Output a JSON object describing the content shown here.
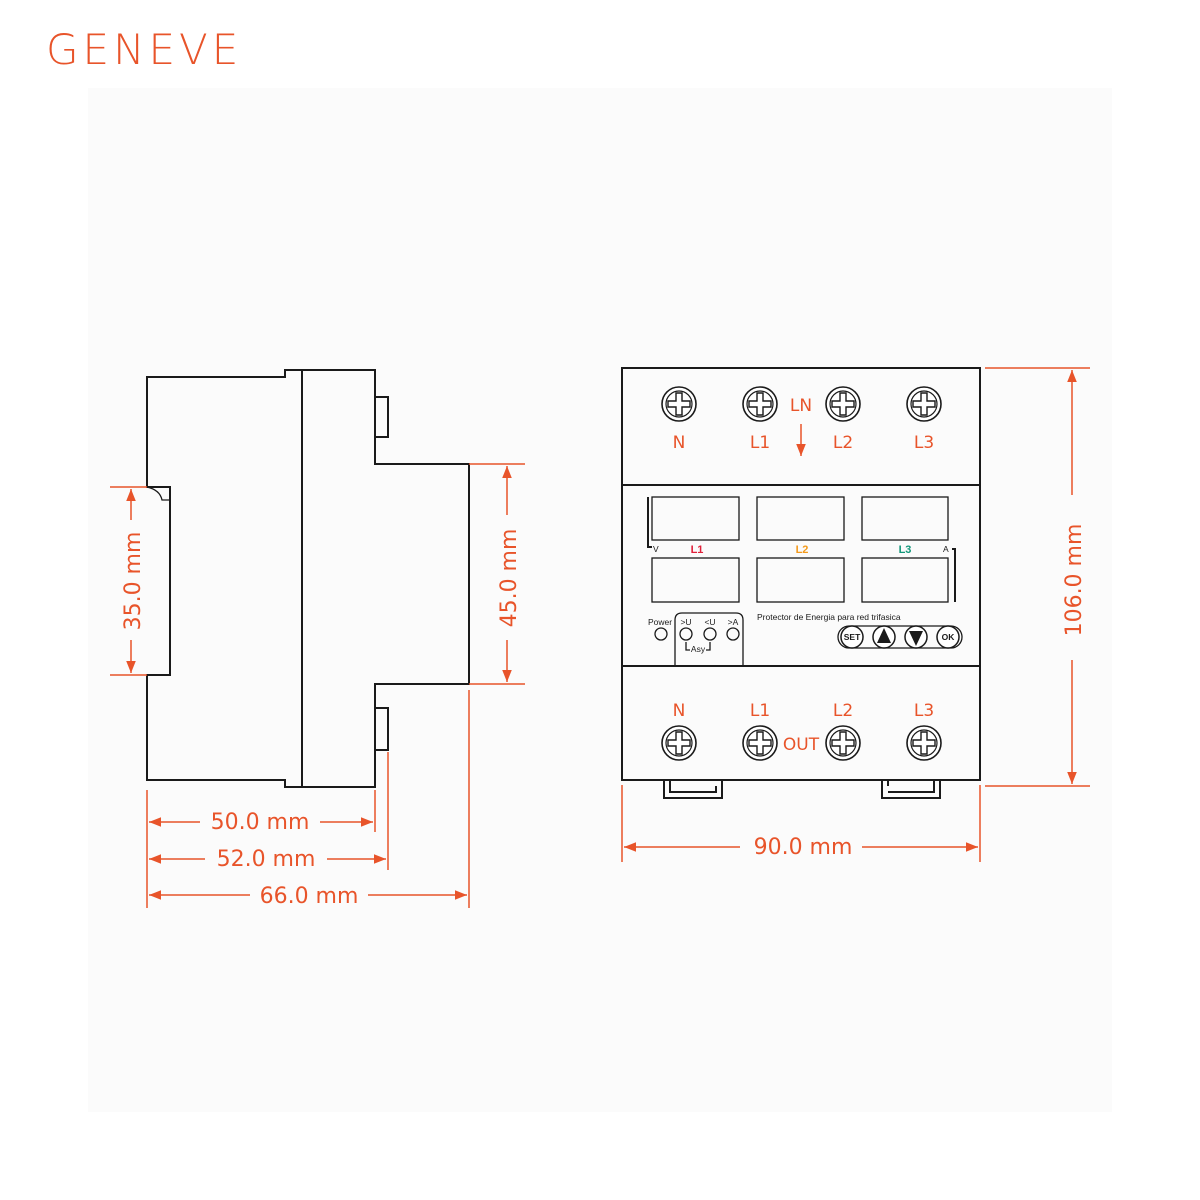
{
  "brand": {
    "logo_text": "GENEVE",
    "color": "#e8542a"
  },
  "side_view": {
    "dims": {
      "din_rail": "35.0 mm",
      "front_height": "45.0 mm",
      "depth_body": "50.0 mm",
      "depth_tabs": "52.0 mm",
      "depth_total": "66.0 mm"
    }
  },
  "front_view": {
    "dims": {
      "width": "90.0 mm",
      "height": "106.0 mm"
    },
    "input_terminals": [
      "N",
      "L1",
      "L2",
      "L3"
    ],
    "input_label": "LN",
    "output_terminals": [
      "N",
      "L1",
      "L2",
      "L3"
    ],
    "output_label": "OUT",
    "panel": {
      "left_unit": "V",
      "right_unit": "A",
      "phases": [
        {
          "label": "L1",
          "color": "#e0203a"
        },
        {
          "label": "L2",
          "color": "#f39a1c"
        },
        {
          "label": "L3",
          "color": "#12977a"
        }
      ],
      "indicators": [
        "Power",
        ">U",
        "<U",
        ">A"
      ],
      "asy_label": "Asy",
      "description": "Protector de Energia para red trifasica",
      "buttons": [
        "SET",
        "▲",
        "▼",
        "OK"
      ]
    }
  }
}
